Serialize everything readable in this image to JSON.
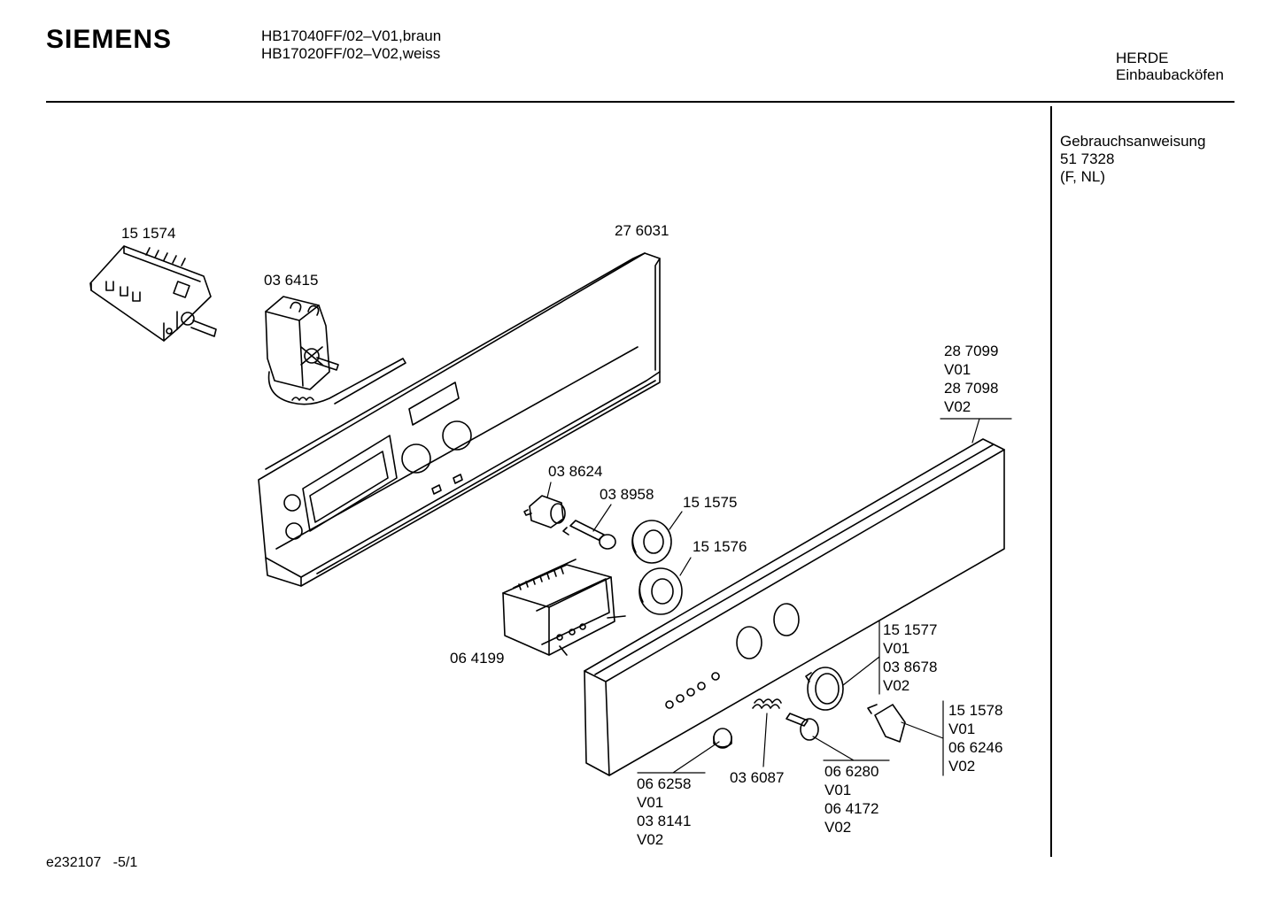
{
  "header": {
    "brand": "SIEMENS",
    "models": [
      "HB17040FF/02–V01,braun",
      "HB17020FF/02–V02,weiss"
    ],
    "category": [
      "HERDE",
      "Einbaubacköfen"
    ]
  },
  "side_note": [
    "Gebrauchsanweisung",
    "51 7328",
    "(F, NL)"
  ],
  "parts": {
    "p151574": [
      "15 1574"
    ],
    "p276031": [
      "27 6031"
    ],
    "p036415": [
      "03 6415"
    ],
    "p287099": [
      "28 7099",
      "V01",
      "28 7098",
      "V02"
    ],
    "p038624": [
      "03 8624"
    ],
    "p038958": [
      "03 8958"
    ],
    "p151575": [
      "15 1575"
    ],
    "p151576": [
      "15 1576"
    ],
    "p064199": [
      "06 4199"
    ],
    "p151577": [
      "15 1577",
      "V01",
      "03 8678",
      "V02"
    ],
    "p151578": [
      "15 1578",
      "V01",
      "06 6246",
      "V02"
    ],
    "p066258": [
      "06 6258",
      "V01",
      "03 8141",
      "V02"
    ],
    "p036087": [
      "03 6087"
    ],
    "p066280": [
      "06 6280",
      "V01",
      "06 4172",
      "V02"
    ]
  },
  "footer": {
    "code": "e232107",
    "page": "-5/1"
  }
}
